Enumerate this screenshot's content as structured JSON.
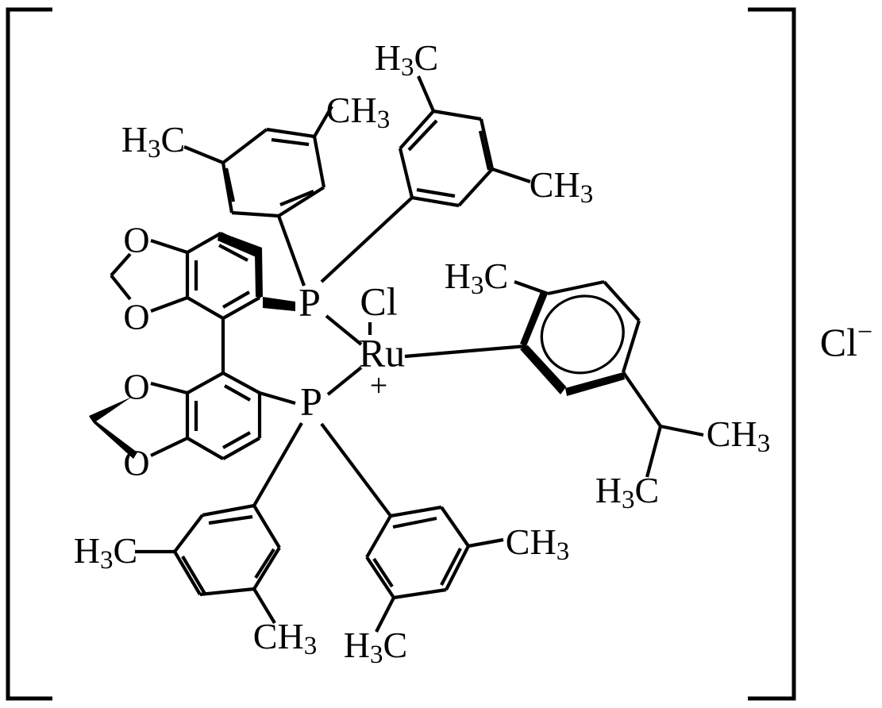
{
  "diagram": {
    "title": "Chemical structure diagram",
    "kind": "chemical-structure",
    "description": "Cationic ruthenium complex: [RuCl(p-cymene)(DM-SEGPHOS)]+ Cl-",
    "background_color": "#ffffff",
    "line_color": "#000000"
  },
  "brackets": {
    "left": "[",
    "right": "]"
  },
  "counterion": {
    "element": "Cl",
    "charge": "−"
  },
  "metal_center": {
    "label": "Ru",
    "charge": "+"
  },
  "ligand_chloride": {
    "label": "Cl"
  },
  "phosphorus": {
    "upper": "P",
    "lower": "P"
  },
  "oxygens": {
    "upper_top": "O",
    "upper_bottom": "O",
    "lower_top": "O",
    "lower_bottom": "O"
  },
  "methyl_labels": {
    "xylyl_top_left_left": {
      "main": "H",
      "sub": "3",
      "tail": "C"
    },
    "xylyl_top_left_right": {
      "main": "CH",
      "sub": "3"
    },
    "xylyl_top_right_left": {
      "main": "H",
      "sub": "3",
      "tail": "C"
    },
    "xylyl_top_right_right": {
      "main": "CH",
      "sub": "3"
    },
    "xylyl_bottom_left_left": {
      "main": "H",
      "sub": "3",
      "tail": "C"
    },
    "xylyl_bottom_left_right": {
      "main": "CH",
      "sub": "3"
    },
    "xylyl_bottom_right_left": {
      "main": "H",
      "sub": "3",
      "tail": "C"
    },
    "xylyl_bottom_right_right": {
      "main": "CH",
      "sub": "3"
    },
    "cymene_methyl": {
      "main": "H",
      "sub": "3",
      "tail": "C"
    },
    "isopropyl_right": {
      "main": "CH",
      "sub": "3"
    },
    "isopropyl_bottom": {
      "main": "H",
      "sub": "3",
      "tail": "C"
    }
  },
  "text_labels": {
    "H3C": "H3C",
    "CH3": "CH3",
    "O": "O",
    "P": "P",
    "Cl": "Cl",
    "Ru": "Ru",
    "plus": "+",
    "minus": "−"
  }
}
